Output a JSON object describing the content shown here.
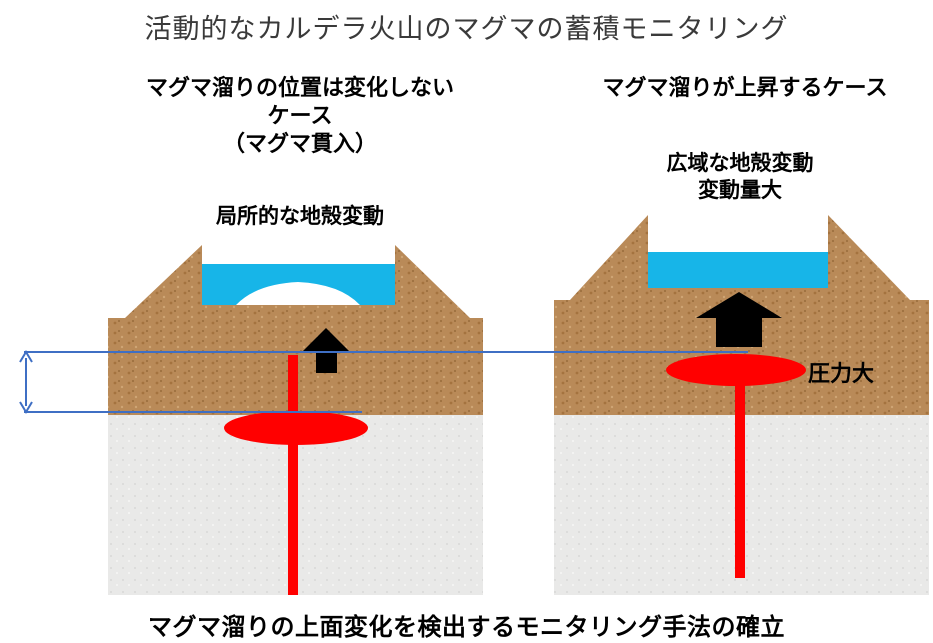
{
  "title": "活動的なカルデラ火山のマグマの蓄積モニタリング",
  "left_case": {
    "heading_lines": [
      "マグマ溜りの位置は変化しない",
      "ケース",
      "（マグマ貫入）"
    ],
    "sub_label": "局所的な地殻変動"
  },
  "right_case": {
    "heading": "マグマ溜りが上昇するケース",
    "sub_label_lines": [
      "広域な地殻変動",
      "変動量大"
    ],
    "pressure_label": "圧力大"
  },
  "bottom_text": "マグマ溜りの上面変化を検出するモニタリング手法の確立",
  "colors": {
    "crust": "#b98a58",
    "basement": "#e9e9e8",
    "lake": "#17b5e8",
    "magma": "#ff0000",
    "arrow": "#000000",
    "guide_line": "#3f6fc4"
  }
}
